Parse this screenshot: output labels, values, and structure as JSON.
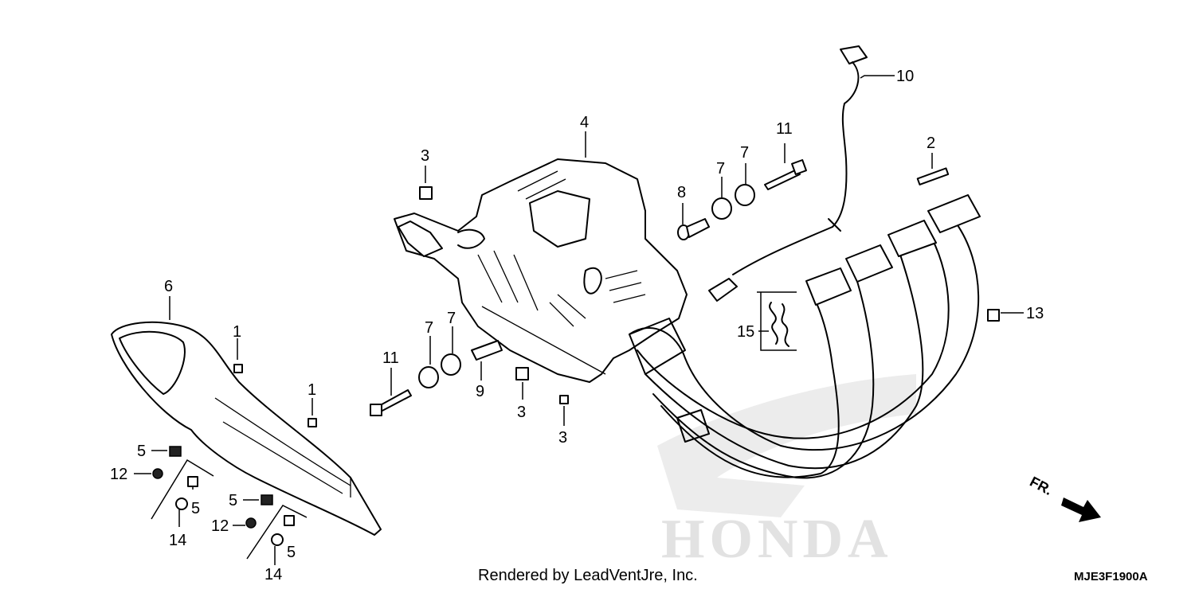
{
  "watermark": {
    "brand": "HONDA"
  },
  "callouts": [
    {
      "id": "c1a",
      "label": "1"
    },
    {
      "id": "c1b",
      "label": "1"
    },
    {
      "id": "c2",
      "label": "2"
    },
    {
      "id": "c3a",
      "label": "3"
    },
    {
      "id": "c3b",
      "label": "3"
    },
    {
      "id": "c3c",
      "label": "3"
    },
    {
      "id": "c4",
      "label": "4"
    },
    {
      "id": "c5a",
      "label": "5"
    },
    {
      "id": "c5b",
      "label": "5"
    },
    {
      "id": "c5c",
      "label": "5"
    },
    {
      "id": "c5d",
      "label": "5"
    },
    {
      "id": "c6",
      "label": "6"
    },
    {
      "id": "c7a",
      "label": "7"
    },
    {
      "id": "c7b",
      "label": "7"
    },
    {
      "id": "c7c",
      "label": "7"
    },
    {
      "id": "c7d",
      "label": "7"
    },
    {
      "id": "c8",
      "label": "8"
    },
    {
      "id": "c9",
      "label": "9"
    },
    {
      "id": "c10",
      "label": "10"
    },
    {
      "id": "c11a",
      "label": "11"
    },
    {
      "id": "c11b",
      "label": "11"
    },
    {
      "id": "c12a",
      "label": "12"
    },
    {
      "id": "c12b",
      "label": "12"
    },
    {
      "id": "c13",
      "label": "13"
    },
    {
      "id": "c14a",
      "label": "14"
    },
    {
      "id": "c14b",
      "label": "14"
    },
    {
      "id": "c15",
      "label": "15"
    }
  ],
  "direction_indicator": {
    "label": "FR."
  },
  "footer": {
    "rendered_by": "Rendered by LeadVentJre, Inc.",
    "diagram_code": "MJE3F1900A"
  }
}
